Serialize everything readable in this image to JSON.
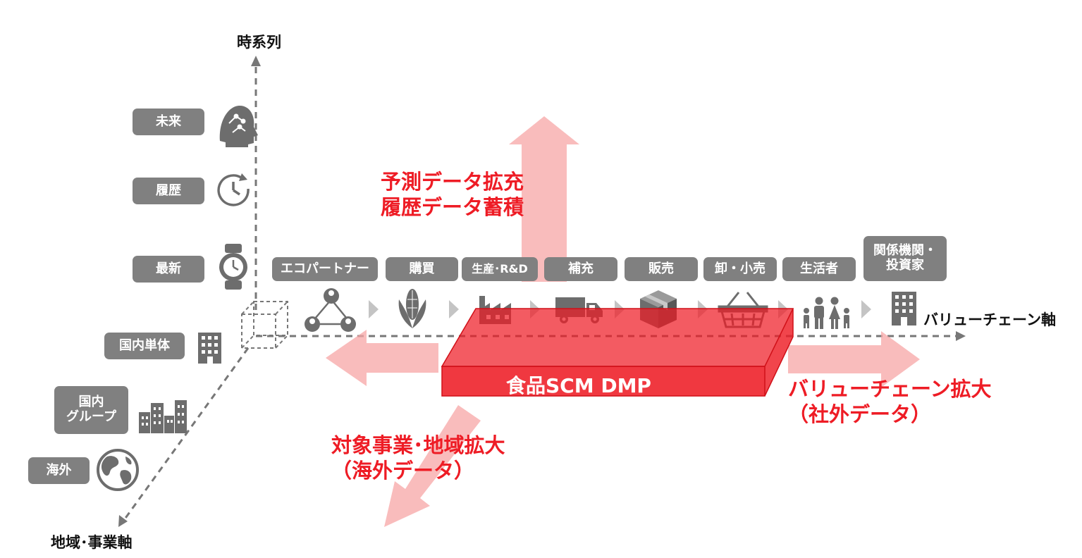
{
  "axes": {
    "time_axis_label": "時系列",
    "value_chain_axis_label": "バリューチェーン軸",
    "region_business_axis_label": "地域･事業軸"
  },
  "time_levels": [
    {
      "label": "未来",
      "icon": "ai-head-icon"
    },
    {
      "label": "履歴",
      "icon": "history-clock-icon"
    },
    {
      "label": "最新",
      "icon": "watch-icon"
    }
  ],
  "region_levels": [
    {
      "label": "国内単体",
      "icon": "building-icon"
    },
    {
      "label_line1": "国内",
      "label_line2": "グループ",
      "icon": "buildings-group-icon"
    },
    {
      "label": "海外",
      "icon": "globe-icon"
    }
  ],
  "value_chain": [
    {
      "label": "エコパートナー",
      "icon": "network-people-icon"
    },
    {
      "label": "購買",
      "icon": "corn-icon"
    },
    {
      "label": "生産･R&D",
      "icon": "factory-icon"
    },
    {
      "label": "補充",
      "icon": "truck-icon"
    },
    {
      "label": "販売",
      "icon": "box-icon"
    },
    {
      "label": "卸・小売",
      "icon": "basket-icon"
    },
    {
      "label": "生活者",
      "icon": "family-icon"
    },
    {
      "label_line1": "関係機関・",
      "label_line2": "投資家",
      "icon": "office-building-icon"
    }
  ],
  "platform": {
    "label": "食品SCM DMP",
    "color": "#ee1c25"
  },
  "expansions": {
    "vertical_line1": "予測データ拡充",
    "vertical_line2": "履歴データ蓄積",
    "horizontal_line1": "バリューチェーン拡大",
    "horizontal_line2": "（社外データ）",
    "diagonal_line1": "対象事業･地域拡大",
    "diagonal_line2": "（海外データ）"
  },
  "colors": {
    "accent_red": "#ee1c25",
    "pill_gray": "#808080",
    "icon_gray": "#6d6d6d"
  }
}
